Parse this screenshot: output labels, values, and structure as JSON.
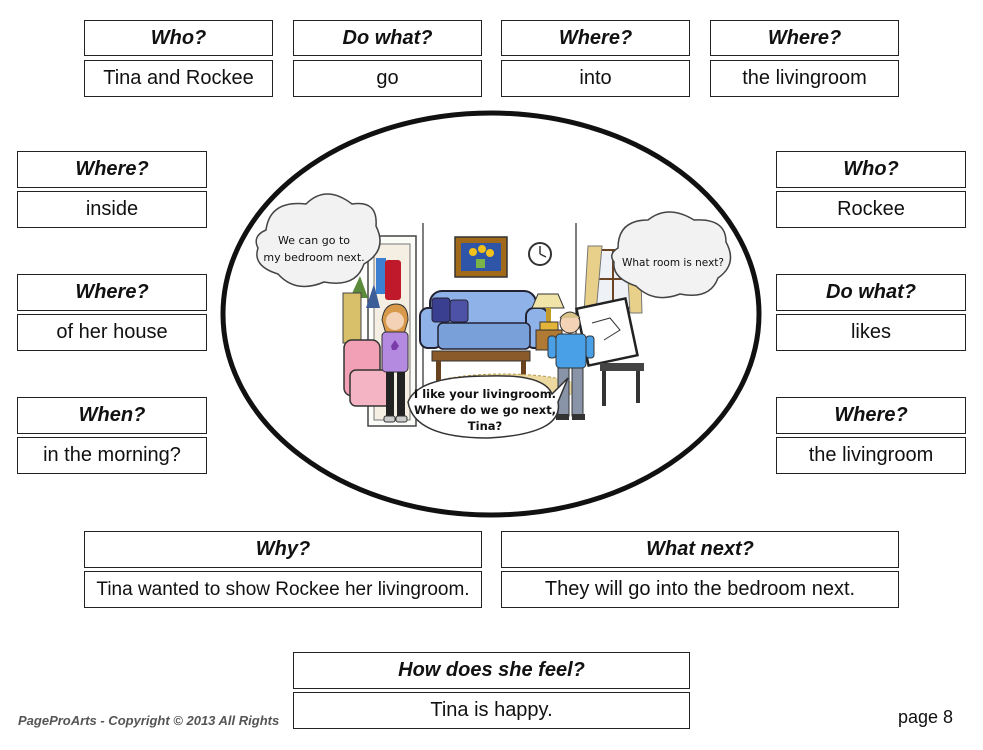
{
  "top_row": [
    {
      "question": "Who?",
      "answer": "Tina and Rockee"
    },
    {
      "question": "Do what?",
      "answer": "go"
    },
    {
      "question": "Where?",
      "answer": "into"
    },
    {
      "question": "Where?",
      "answer": "the livingroom"
    }
  ],
  "left_column": [
    {
      "question": "Where?",
      "answer": "inside"
    },
    {
      "question": "Where?",
      "answer": "of her house"
    },
    {
      "question": "When?",
      "answer": "in the morning?"
    }
  ],
  "right_column": [
    {
      "question": "Who?",
      "answer": "Rockee"
    },
    {
      "question": "Do what?",
      "answer": "likes"
    },
    {
      "question": "Where?",
      "answer": "the livingroom"
    }
  ],
  "bottom_row": [
    {
      "question": "Why?",
      "answer": "Tina wanted to show Rockee her livingroom."
    },
    {
      "question": "What next?",
      "answer": "They will go into the bedroom next."
    }
  ],
  "feeling": {
    "question": "How does she feel?",
    "answer": "Tina is happy."
  },
  "illustration": {
    "bubble_tina_line1": "We can go to",
    "bubble_tina_line2": "my bedroom next.",
    "bubble_rockee_thought": "What room is next?",
    "bubble_rockee_speech_line1": "I like your livingroom.",
    "bubble_rockee_speech_line2": "Where do we go next,",
    "bubble_rockee_speech_line3": "Tina?"
  },
  "footer": {
    "copyright": "PageProArts - Copyright © 2013 All Rights",
    "page": "page 8"
  }
}
